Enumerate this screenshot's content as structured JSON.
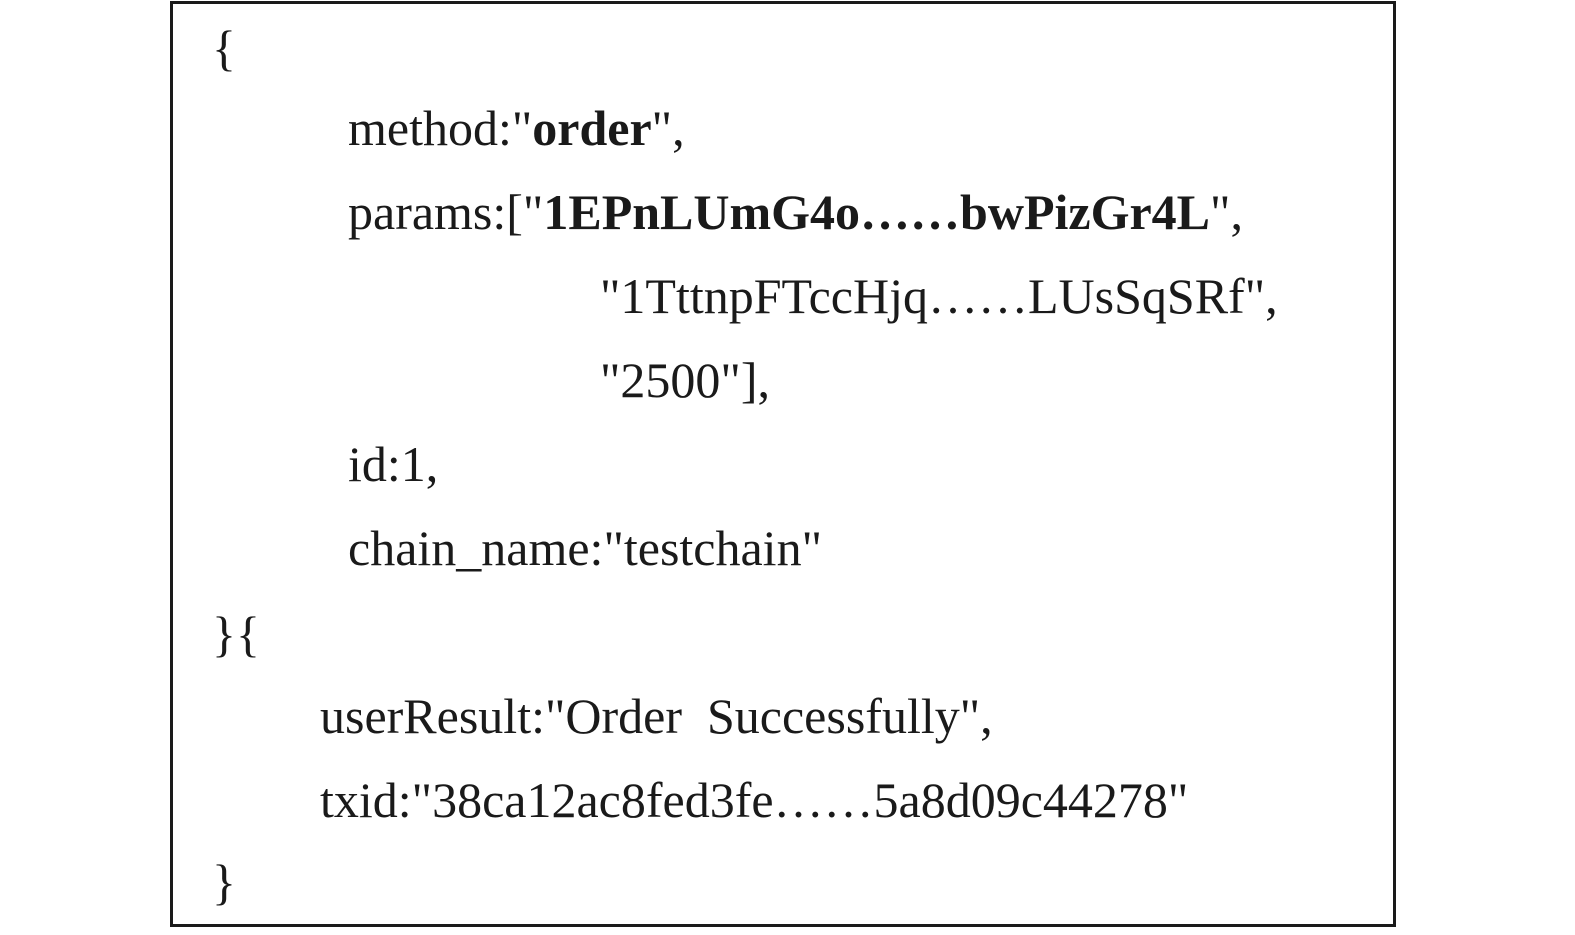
{
  "request": {
    "open_brace": "{",
    "method_key": "method:\"",
    "method_value": "order",
    "method_close": "\",",
    "params_key": "params:[\"",
    "params_value_1": "1EPnLUmG4o……bwPizGr4L",
    "params_close_1": "\",",
    "params_value_2": "\"1TttnpFTccHjq……LUsSqSRf\",",
    "params_value_3": "\"2500\"],",
    "id": "id:1,",
    "chain_name": "chain_name:\"testchain\"",
    "close_open": "}{"
  },
  "response": {
    "user_result": "userResult:\"Order  Successfully\",",
    "txid": "txid:\"38ca12ac8fed3fe……5a8d09c44278\"",
    "close_brace": "}"
  }
}
